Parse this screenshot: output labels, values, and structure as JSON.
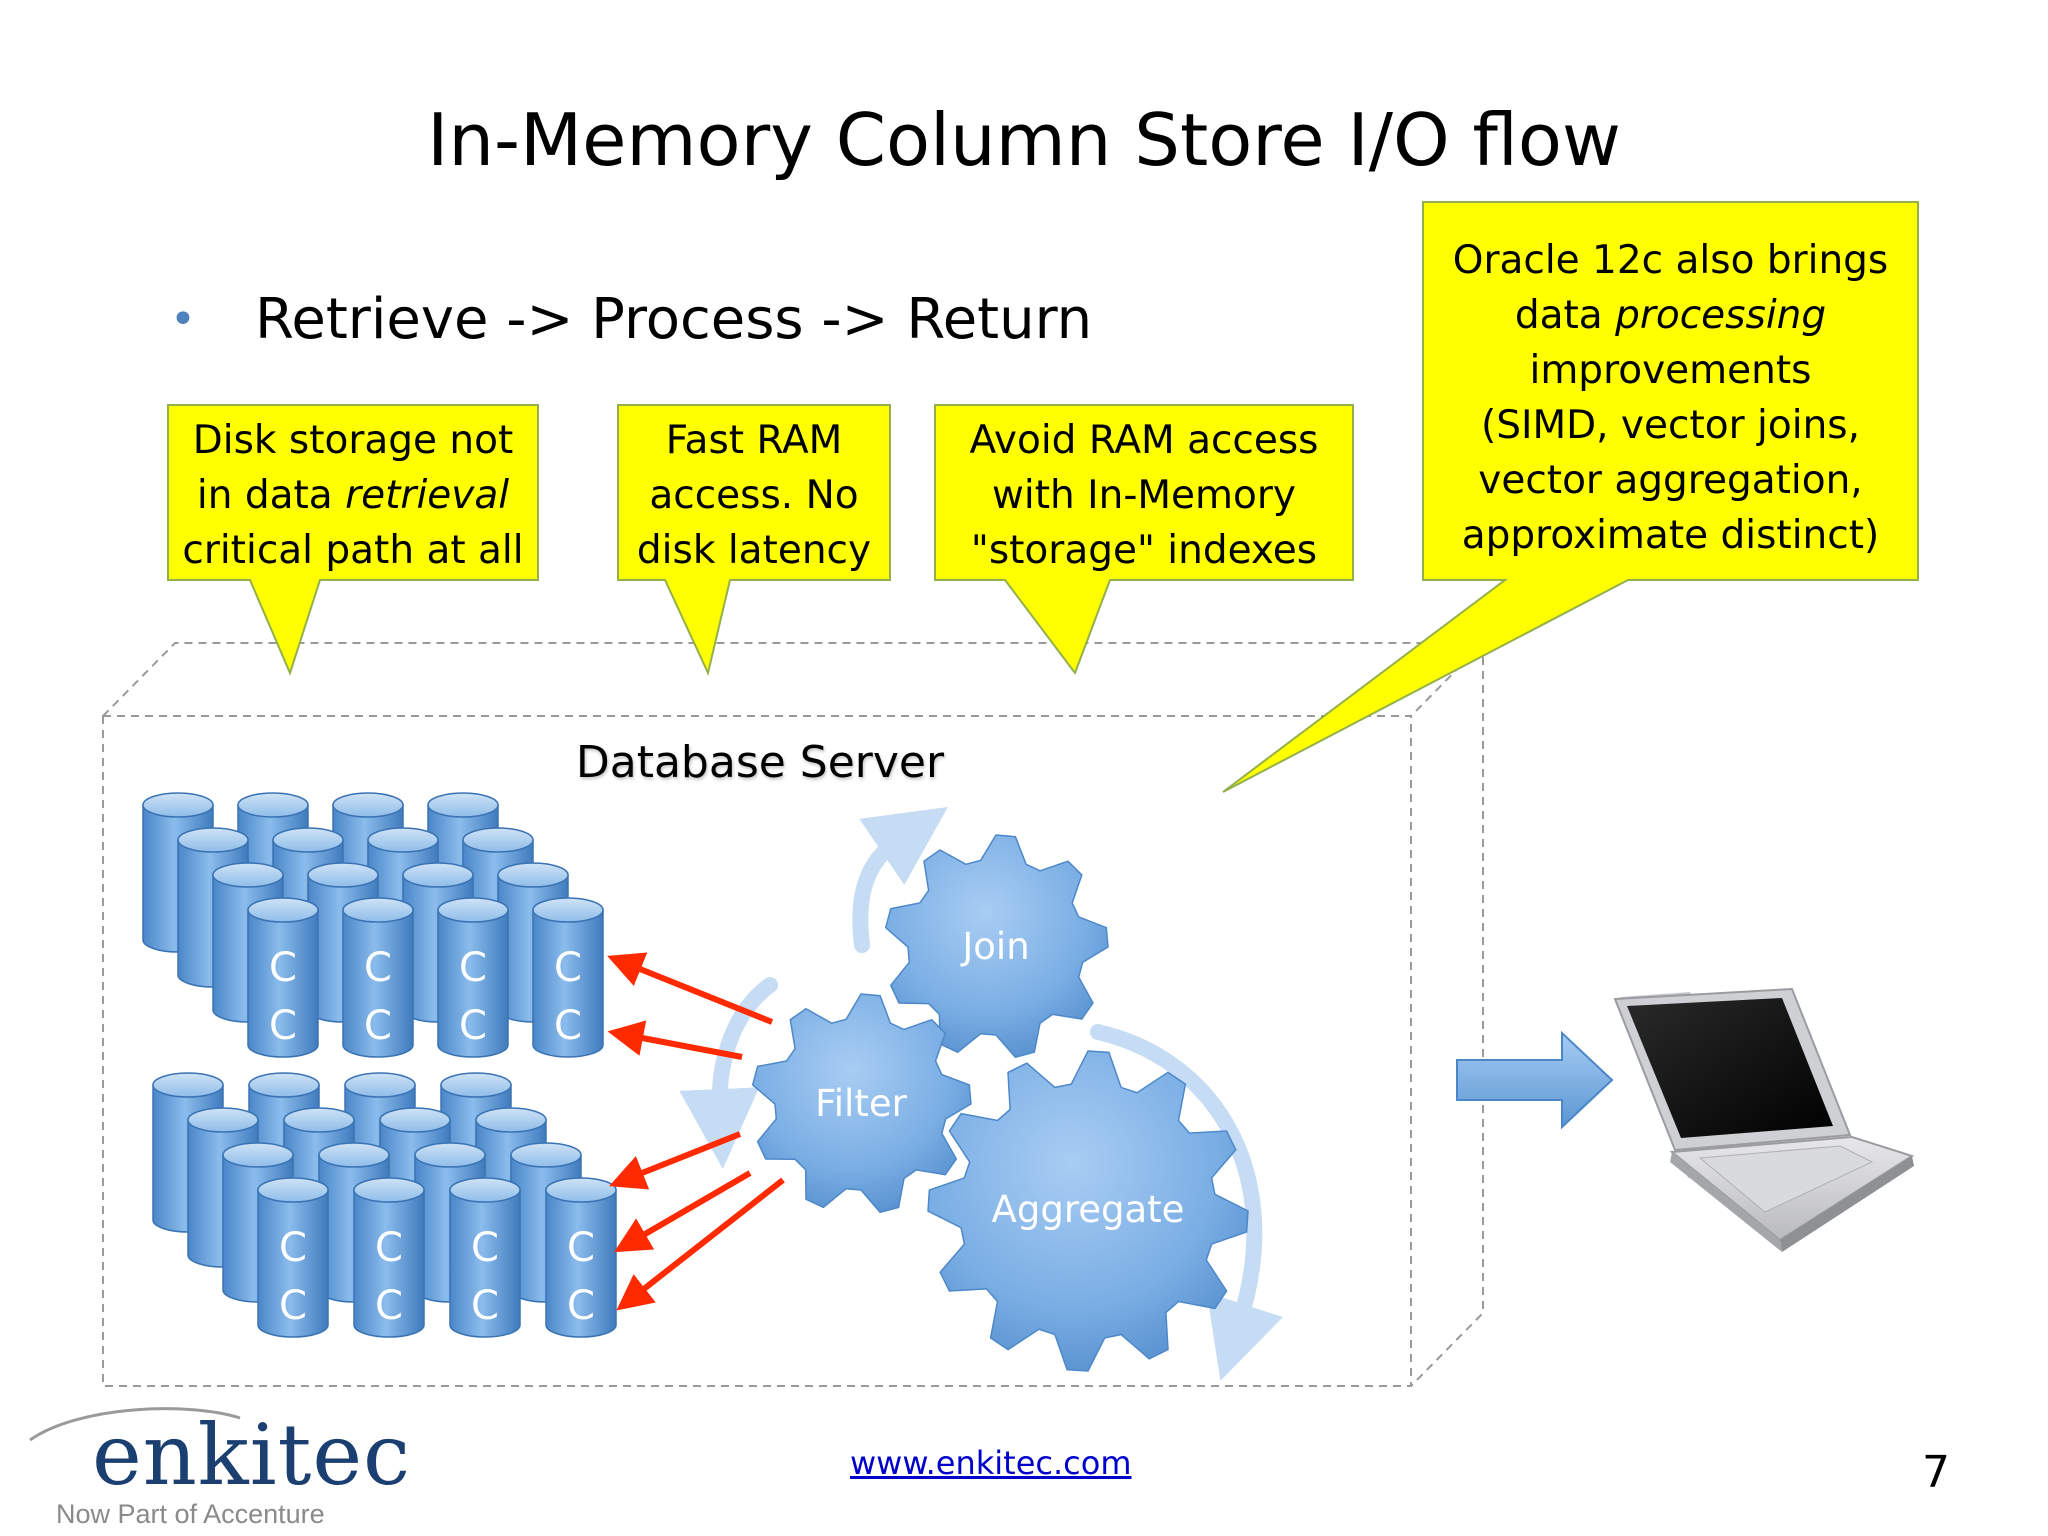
{
  "slide": {
    "title": "In-Memory Column Store I/O flow",
    "bullet": "Retrieve -> Process -> Return",
    "bullet_marker": "•"
  },
  "callouts": [
    {
      "lines": [
        [
          "Disk storage not"
        ],
        [
          "in data ",
          "retrieval"
        ],
        [
          "critical path at all"
        ]
      ]
    },
    {
      "lines": [
        [
          "Fast RAM"
        ],
        [
          "access. No"
        ],
        [
          "disk latency"
        ]
      ]
    },
    {
      "lines": [
        [
          "Avoid RAM access"
        ],
        [
          "with In-Memory"
        ],
        [
          "\"storage\" indexes"
        ]
      ]
    },
    {
      "lines": [
        [
          "Oracle 12c also brings"
        ],
        [
          "data ",
          "processing"
        ],
        [
          "improvements"
        ],
        [
          "(SIMD, vector joins,"
        ],
        [
          "vector aggregation,"
        ],
        [
          "approximate distinct)"
        ]
      ]
    }
  ],
  "server": {
    "label": "Database Server"
  },
  "gears": {
    "join": "Join",
    "filter": "Filter",
    "aggregate": "Aggregate"
  },
  "columns": {
    "label": "C"
  },
  "footer": {
    "logo_text": "enkitec",
    "logo_subtitle": "Now Part of Accenture",
    "link": "www.enkitec.com",
    "page_number": "7"
  },
  "colors": {
    "callout_fill": "#ffff00",
    "callout_border": "#93b04a",
    "cylinder_blue": "#5b9bd5",
    "arrow_red": "#ff2a00",
    "logo_navy": "#1b3f70"
  }
}
